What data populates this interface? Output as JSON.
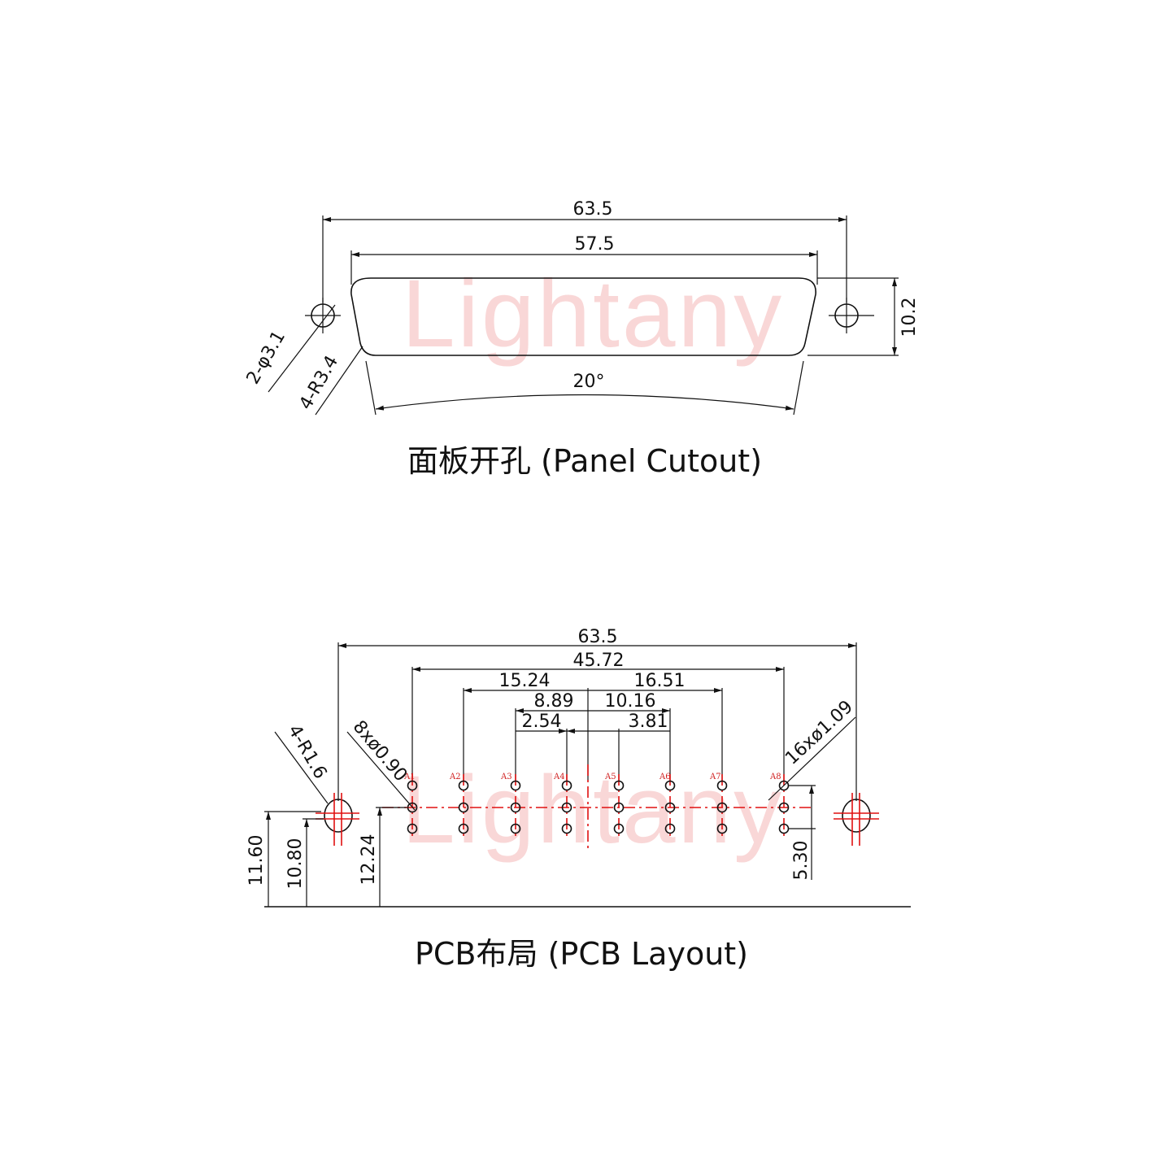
{
  "watermark": "Lightany",
  "panel": {
    "caption": "面板开孔 (Panel Cutout)",
    "dim_total": "63.5",
    "dim_body": "57.5",
    "dim_height": "10.2",
    "dim_angle": "20°",
    "dim_hole": "2-φ3.1",
    "dim_radius": "4-R3.4"
  },
  "pcb": {
    "caption": "PCB布局 (PCB Layout)",
    "dim_total": "63.5",
    "dim_span": "45.72",
    "dim_left_1": "15.24",
    "dim_right_1": "16.51",
    "dim_left_2": "8.89",
    "dim_right_2": "10.16",
    "dim_left_3": "2.54",
    "dim_right_3": "3.81",
    "dim_radius": "4-R1.6",
    "dim_holes_a": "8xø0.90",
    "dim_holes_b": "16xø1.09",
    "dim_h1": "11.60",
    "dim_h2": "10.80",
    "dim_h3": "12.24",
    "dim_h4": "5.30",
    "pin_labels": [
      "A1",
      "A2",
      "A3",
      "A4",
      "A5",
      "A6",
      "A7",
      "A8"
    ]
  },
  "colors": {
    "line": "#111111",
    "centerline": "#e01010",
    "watermark": "#f7caca"
  }
}
